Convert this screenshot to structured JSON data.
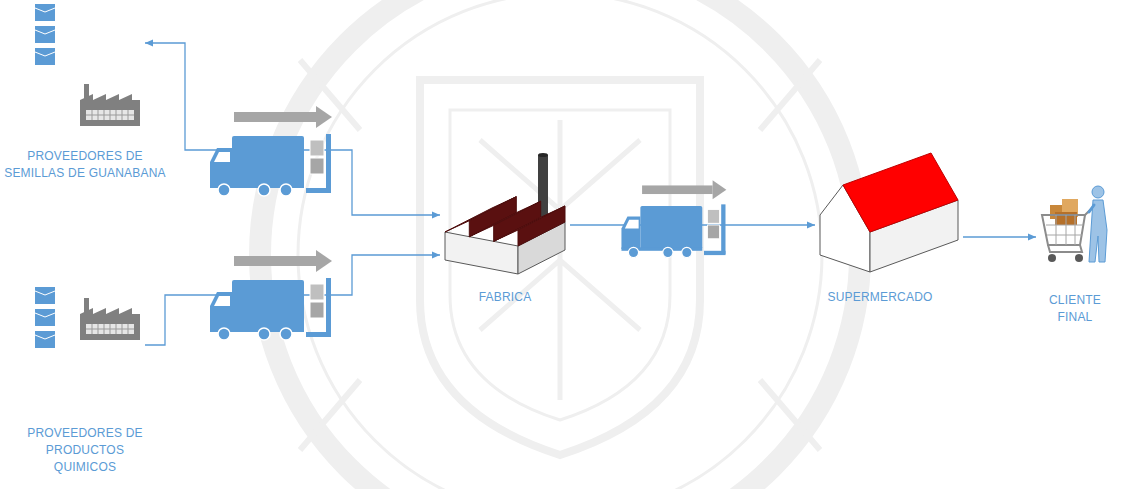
{
  "diagram": {
    "nodes": [
      {
        "text": [
          "PROVEEDORES DE SEMILLAS DE GUANABANA"
        ]
      },
      {
        "text": [
          "PROVEEDORES DE PRODUCTOS QUIMICOS"
        ]
      },
      {
        "text": [
          "FABRICA"
        ]
      },
      {
        "text": [
          "SUPERMERCADO"
        ]
      },
      {
        "text": [
          "CLIENTE FINAL"
        ]
      }
    ],
    "edges": [
      {
        "from": 0,
        "to": 2,
        "arrow": "both"
      },
      {
        "from": 1,
        "to": 2,
        "arrow": "to"
      },
      {
        "from": 2,
        "to": 3,
        "arrow": "to"
      },
      {
        "from": 3,
        "to": 4,
        "arrow": "to"
      }
    ]
  }
}
